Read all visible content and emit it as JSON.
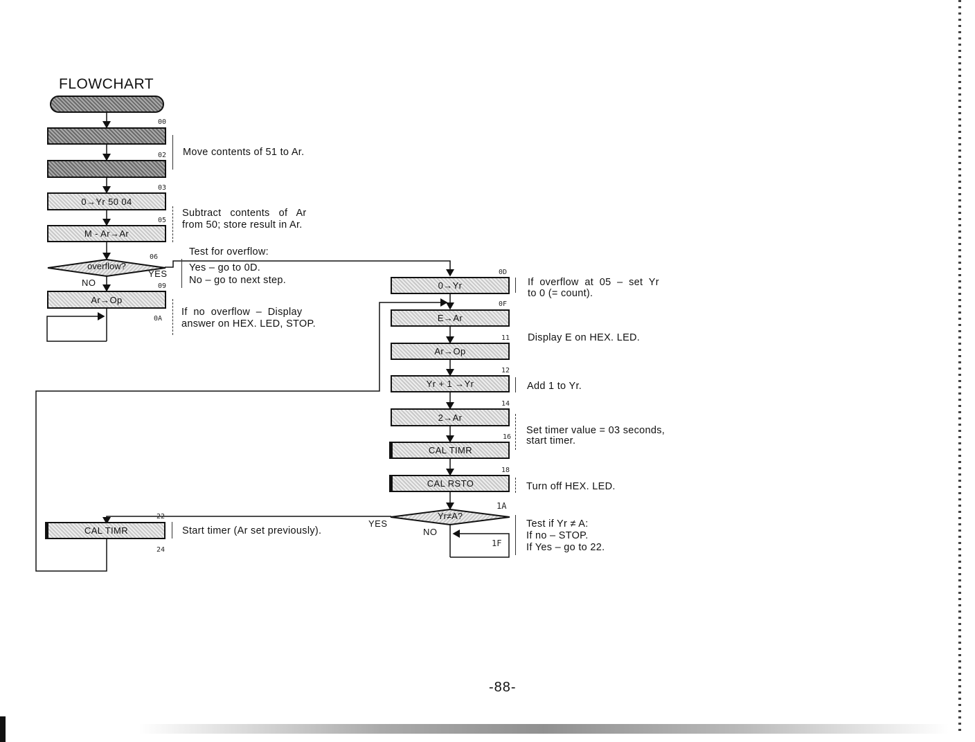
{
  "title": "FLOWCHART",
  "page_number": "-88-",
  "boxes": {
    "start": "",
    "b00": "",
    "b02": "",
    "b03": "0→Yr 50 04",
    "b05": "M - Ar→Ar",
    "d06": "overflow?",
    "b09": "Ar→Op",
    "b0D": "0→Yr",
    "b0F": "E→Ar",
    "b11": "Ar→Op",
    "b12": "Yr + 1 →Yr",
    "b14": "2→Ar",
    "b16": "CAL TIMR",
    "b18": "CAL RSTO",
    "d1A": "Yr≠A?",
    "b22": "CAL TIMR"
  },
  "addresses": {
    "a00": "00",
    "a02": "02",
    "a03": "03",
    "a05": "05",
    "a06": "06",
    "a09": "09",
    "a0A": "0A",
    "a0D": "0D",
    "a0F": "0F",
    "a11": "11",
    "a12": "12",
    "a14": "14",
    "a16": "16",
    "a18": "18",
    "a1A": "1A",
    "a1F": "1F",
    "a22": "22",
    "a24": "24"
  },
  "branch_labels": {
    "d06_no": "NO",
    "d06_yes": "YES",
    "d1A_yes": "YES",
    "d1A_no": "NO"
  },
  "notes": {
    "n1": "Move contents of 51 to Ar.",
    "n2a": "Subtract   contents   of   Ar",
    "n2b": "from 50; store result in Ar.",
    "n3a": "Test for overflow:",
    "n3b": "Yes – go to 0D.",
    "n3c": "No – go to next step.",
    "n4a": "If  no  overflow  –  Display",
    "n4b": "answer on HEX. LED, STOP.",
    "n5a": "If  overflow  at  05  –  set  Yr",
    "n5b": "to 0 (= count).",
    "n6": "Display E on HEX. LED.",
    "n7": "Add 1 to Yr.",
    "n8a": "Set timer value = 03 seconds,",
    "n8b": "start timer.",
    "n9": "Turn off HEX. LED.",
    "n10a": "Test if Yr ≠ A:",
    "n10b": "If no – STOP.",
    "n10c": "If Yes – go to 22.",
    "n11": "Start timer (Ar set previously)."
  }
}
